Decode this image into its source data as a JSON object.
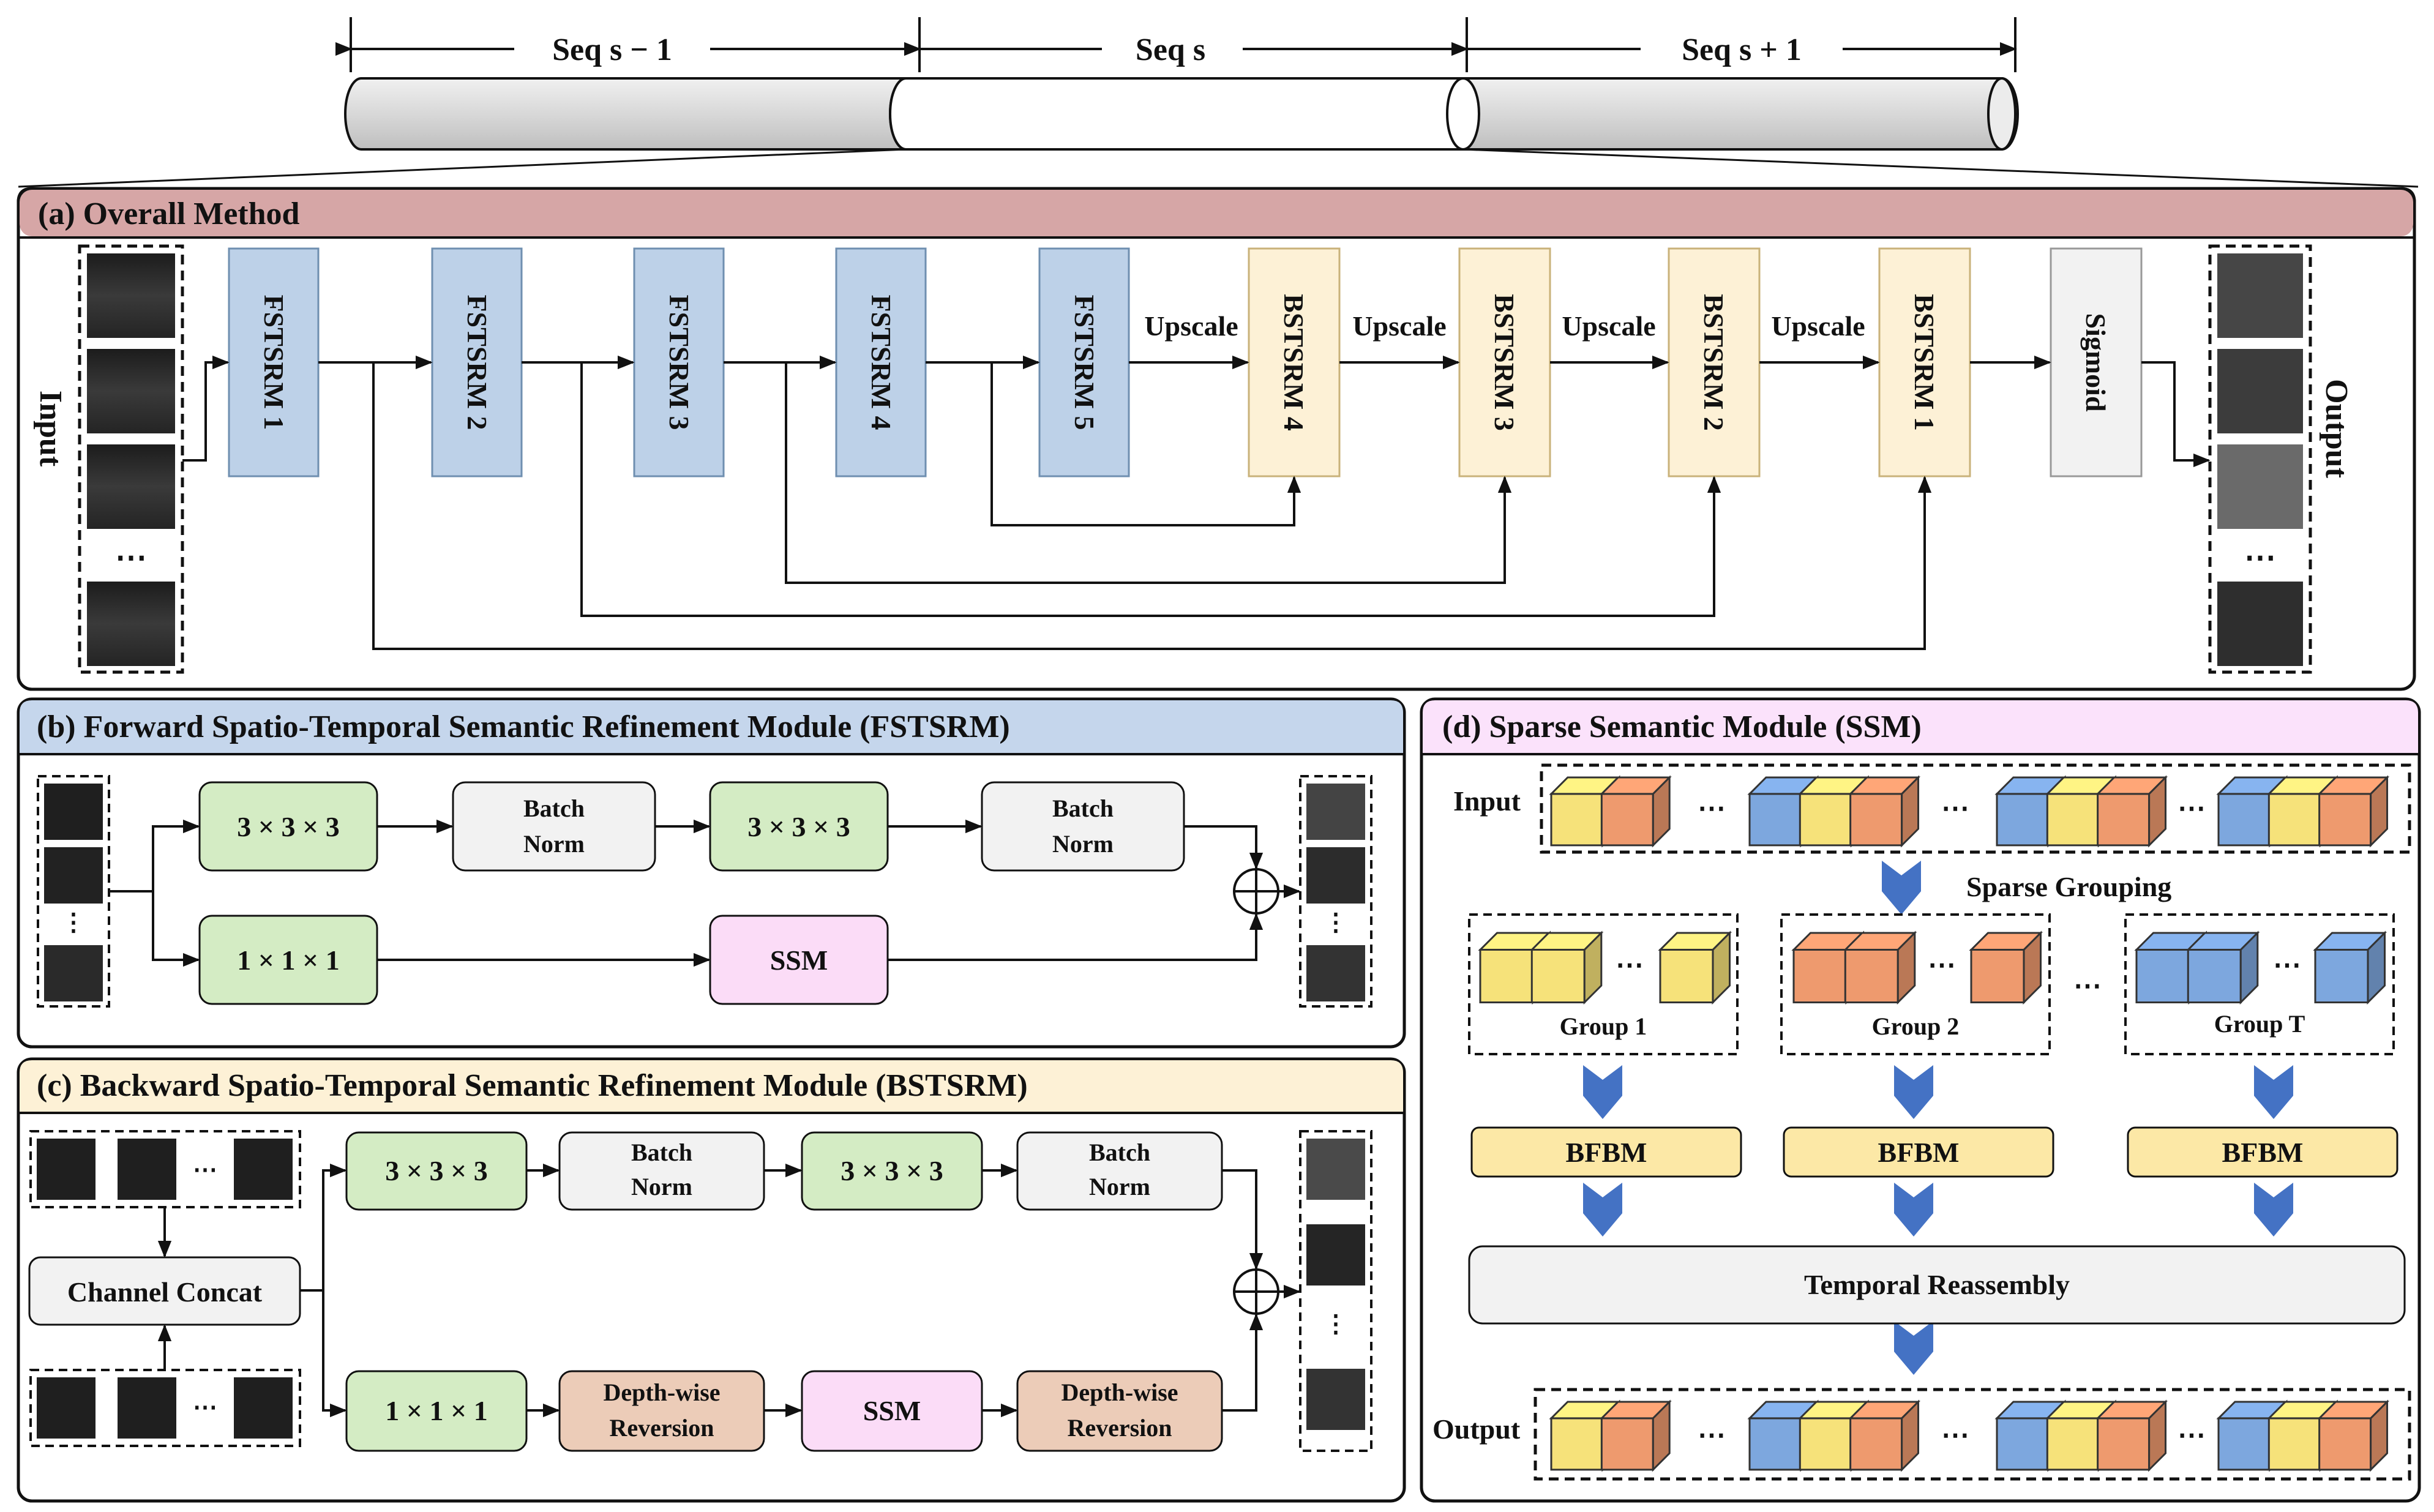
{
  "sequence": {
    "labels": [
      "Seq s − 1",
      "Seq s",
      "Seq s + 1"
    ]
  },
  "panel_a": {
    "title": "(a) Overall Method",
    "input_label": "Input",
    "output_label": "Output",
    "ellipsis": "⋯",
    "fstsrm": [
      "FSTSRM 1",
      "FSTSRM 2",
      "FSTSRM 3",
      "FSTSRM 4",
      "FSTSRM 5"
    ],
    "bstsrm": [
      "BSTSRM 4",
      "BSTSRM 3",
      "BSTSRM 2",
      "BSTSRM 1"
    ],
    "upscale": "Upscale",
    "sigmoid": "Sigmoid"
  },
  "panel_b": {
    "title": "(b) Forward Spatio-Temporal Semantic Refinement Module (FSTSRM)",
    "conv333": "3 × 3 × 3",
    "conv111": "1 × 1 × 1",
    "bn_line1": "Batch",
    "bn_line2": "Norm",
    "ssm": "SSM",
    "vdots": "⋮"
  },
  "panel_c": {
    "title": "(c) Backward Spatio-Temporal Semantic Refinement Module (BSTSRM)",
    "channel_concat": "Channel Concat",
    "conv333": "3 × 3 × 3",
    "conv111": "1 × 1 × 1",
    "bn_line1": "Batch",
    "bn_line2": "Norm",
    "dw_line1": "Depth-wise",
    "dw_line2": "Reversion",
    "ssm": "SSM",
    "ellipsis": "⋯",
    "vdots": "⋮"
  },
  "panel_d": {
    "title": "(d) Sparse Semantic Module (SSM)",
    "input_label": "Input",
    "output_label": "Output",
    "sparse_grouping": "Sparse Grouping",
    "groups": [
      "Group 1",
      "Group 2",
      "Group T"
    ],
    "bfbm": "BFBM",
    "temporal_reassembly": "Temporal Reassembly",
    "ellipsis": "⋯"
  },
  "colors": {
    "fstsrm_fill": "#bdd1e8",
    "bstsrm_fill": "#fdf1d6",
    "conv_fill": "#d4ecc4",
    "bn_fill": "#f2f2f2",
    "ssm_fill": "#fbdcf7",
    "dw_fill": "#ecccb8",
    "bfbm_fill": "#fce8a6",
    "header_a": "#d6a6a6",
    "header_b": "#c5d6ec",
    "header_c": "#fdf1d6",
    "header_d": "#fbe2fb",
    "cube_yellow": "#f6e27a",
    "cube_orange": "#ee9a6e",
    "cube_blue": "#7da7de",
    "arrow_blue": "#4472c4"
  }
}
